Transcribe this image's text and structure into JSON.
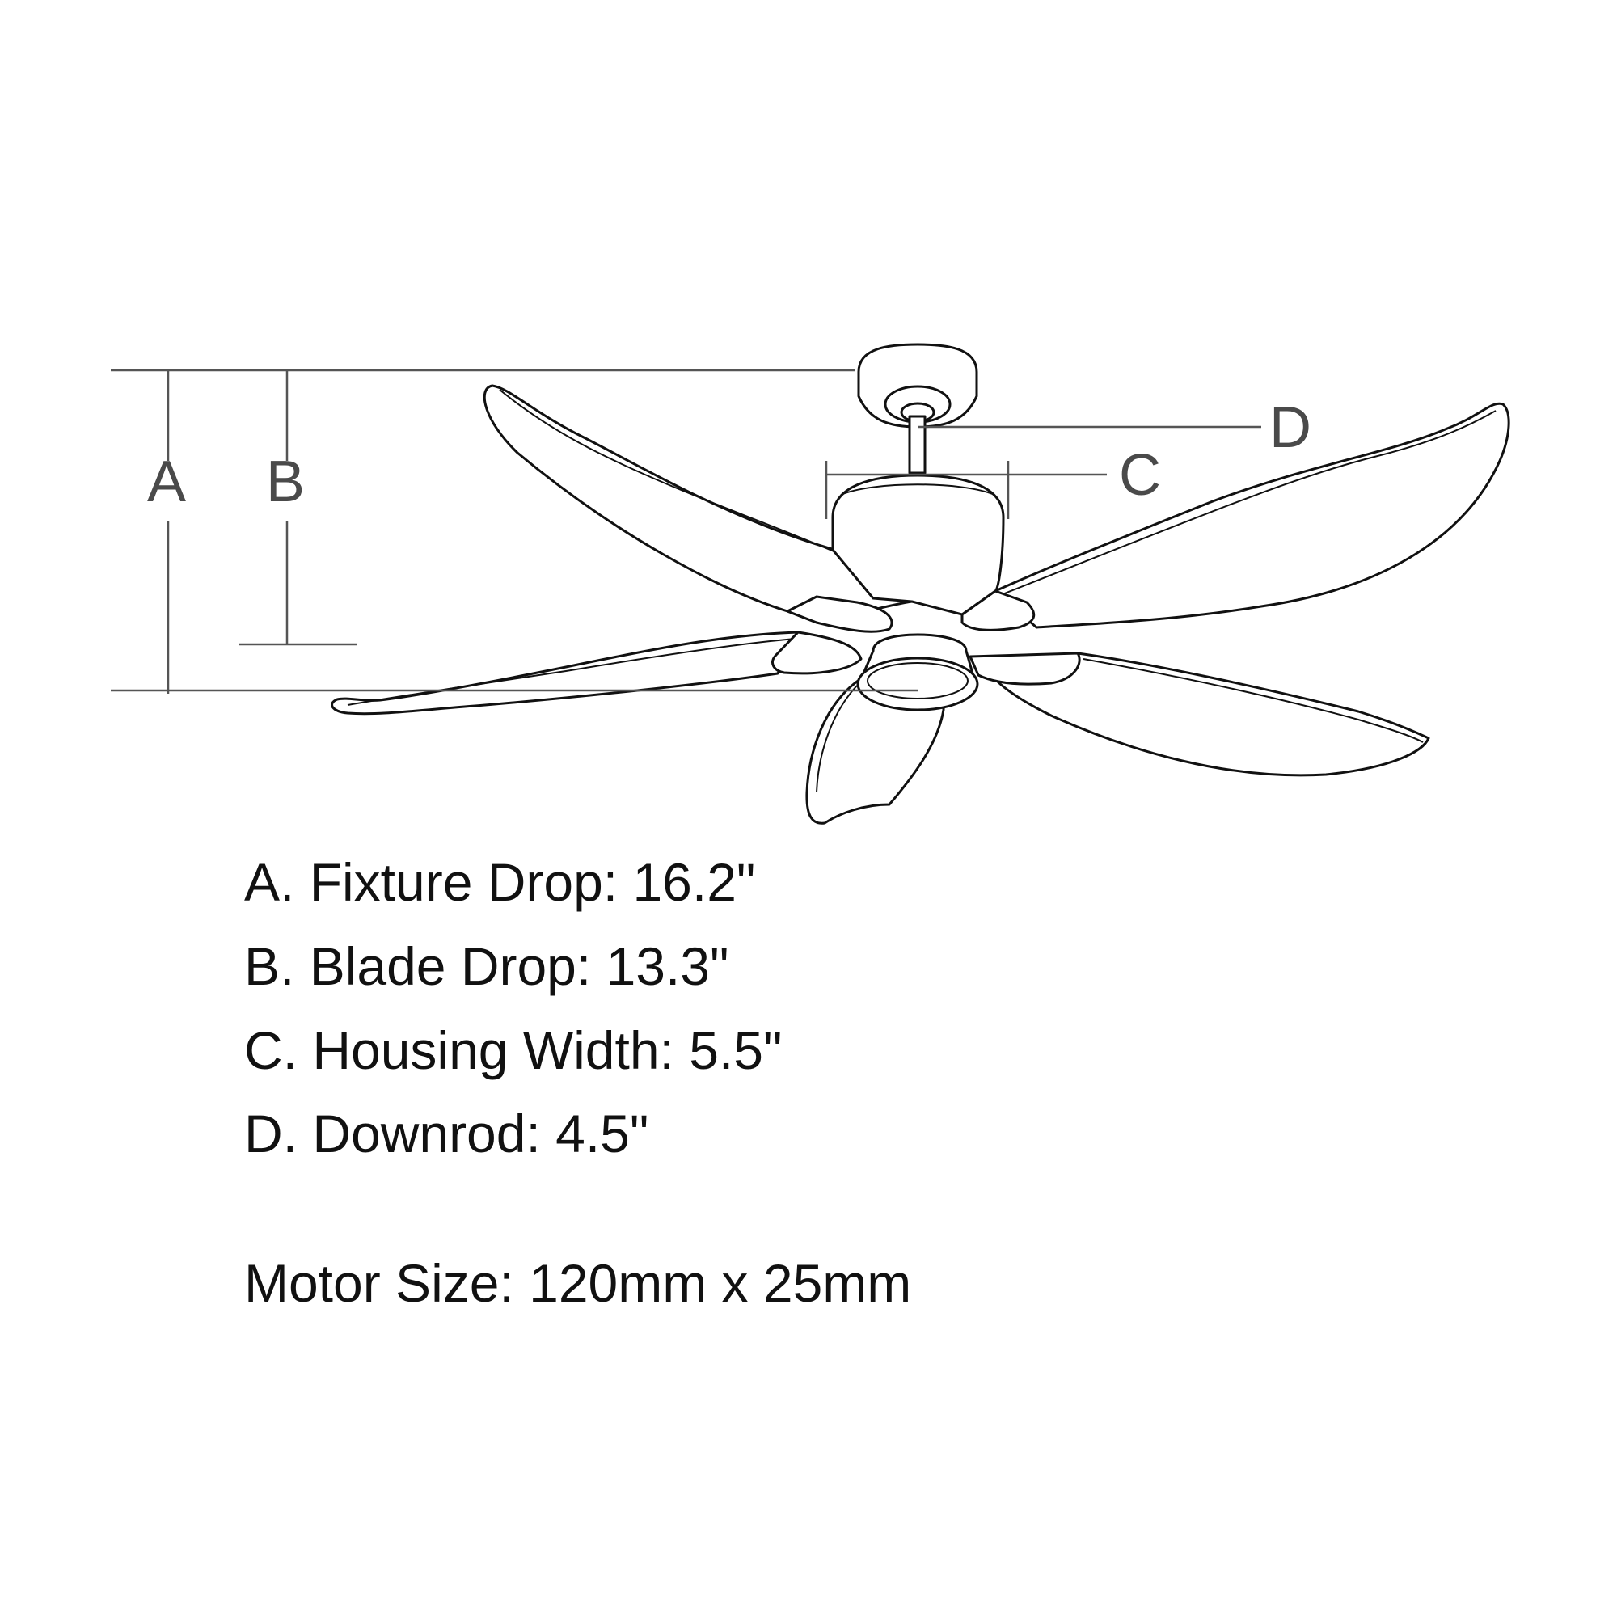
{
  "diagram": {
    "labels": {
      "a": "A",
      "b": "B",
      "c": "C",
      "d": "D"
    }
  },
  "specs": [
    "A. Fixture Drop: 16.2\"",
    "B. Blade Drop: 13.3\"",
    "C. Housing Width: 5.5\"",
    "D. Downrod: 4.5\""
  ],
  "motor": "Motor Size: 120mm x 25mm",
  "colors": {
    "dimension_line": "#555555",
    "text": "#111111"
  }
}
